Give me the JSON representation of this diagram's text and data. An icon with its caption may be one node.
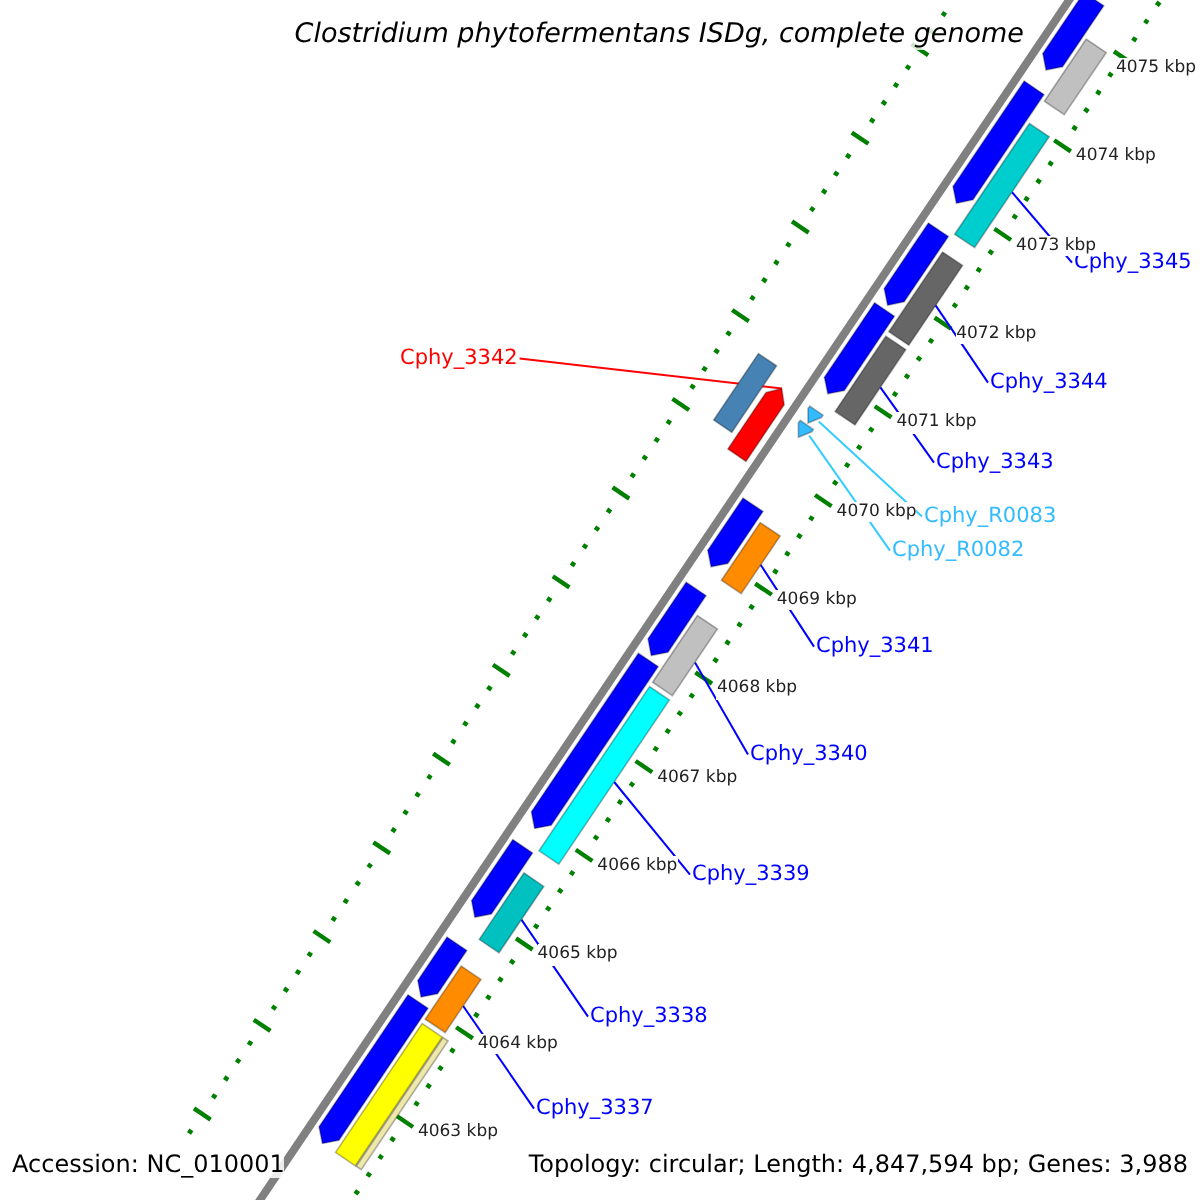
{
  "diagram": {
    "title": "Clostridium phytofermentans ISDg, complete genome",
    "nodes": [
      {
        "text": [
          "Cphy_3345"
        ]
      },
      {
        "text": [],
        "shape": "bar"
      },
      {
        "text": [
          "Cphy_3344"
        ]
      },
      {
        "text": [],
        "shape": "bar"
      },
      {
        "text": [
          "Cphy_3342"
        ]
      },
      {
        "text": [],
        "shape": "bar"
      },
      {
        "text": [
          "Cphy_3343"
        ]
      },
      {
        "text": [],
        "shape": "bar"
      },
      {
        "text": [
          "Cphy_R0083"
        ]
      },
      {
        "text": [],
        "shape": "bar"
      },
      {
        "text": [
          "Cphy_R0082"
        ]
      },
      {
        "text": [],
        "shape": "bar"
      },
      {
        "text": [
          "Cphy_3341"
        ]
      },
      {
        "text": [],
        "shape": "bar"
      },
      {
        "text": [
          "Cphy_3340"
        ]
      },
      {
        "text": [],
        "shape": "bar"
      },
      {
        "text": [
          "Cphy_3339"
        ]
      },
      {
        "text": [],
        "shape": "bar"
      },
      {
        "text": [
          "Cphy_3338"
        ]
      },
      {
        "text": [],
        "shape": "bar"
      },
      {
        "text": [
          "Cphy_3337"
        ]
      },
      {
        "text": [],
        "shape": "bar"
      },
      {
        "text": [],
        "shape": "bar"
      },
      {
        "text": [],
        "shape": "bar"
      },
      {
        "text": [],
        "shape": "bar"
      },
      {
        "text": [],
        "shape": "bar"
      },
      {
        "text": [],
        "shape": "bar"
      },
      {
        "text": [],
        "shape": "bar"
      },
      {
        "text": [],
        "shape": "bar"
      },
      {
        "text": [],
        "shape": "bar"
      },
      {
        "text": [],
        "shape": "bar"
      },
      {
        "text": [],
        "shape": "bar"
      },
      {
        "text": [],
        "shape": "bar"
      },
      {
        "text": [],
        "shape": "bar"
      },
      {
        "text": [],
        "shape": "bar"
      },
      {
        "text": [],
        "shape": "bar"
      }
    ],
    "edges": [
      {
        "from": 0,
        "to": 1,
        "arrow": "none"
      },
      {
        "from": 2,
        "to": 3,
        "arrow": "none"
      },
      {
        "from": 4,
        "to": 5,
        "arrow": "none",
        "color": "#ff0000"
      },
      {
        "from": 6,
        "to": 7,
        "arrow": "none"
      },
      {
        "from": 8,
        "to": 9,
        "arrow": "none",
        "color": "#33ccff"
      },
      {
        "from": 10,
        "to": 11,
        "arrow": "none",
        "color": "#33ccff"
      },
      {
        "from": 12,
        "to": 13,
        "arrow": "none"
      },
      {
        "from": 14,
        "to": 15,
        "arrow": "none"
      },
      {
        "from": 16,
        "to": 17,
        "arrow": "none"
      },
      {
        "from": 18,
        "to": 19,
        "arrow": "none"
      },
      {
        "from": 20,
        "to": 21,
        "arrow": "none"
      }
    ],
    "labels": [
      "4075 kbp",
      "4074 kbp",
      "4073 kbp",
      "4072 kbp",
      "4071 kbp",
      "4070 kbp",
      "4069 kbp",
      "4068 kbp",
      "4067 kbp",
      "4066 kbp",
      "4065 kbp",
      "4064 kbp",
      "4063 kbp",
      "Accession: NC_010001",
      "Topology: circular; Length: 4,847,594 bp; Genes: 3,988"
    ]
  }
}
